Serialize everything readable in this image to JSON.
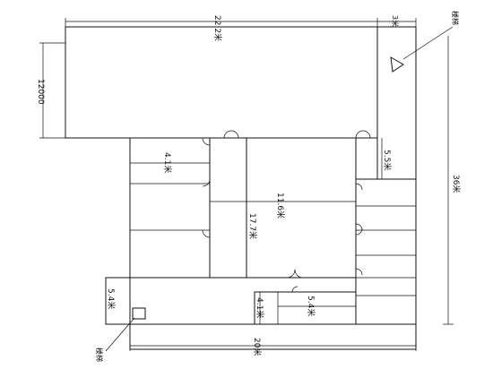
{
  "dimensions": {
    "top_width": "22.2米",
    "top_right": "3米",
    "left_height": "12000",
    "right_total": "36米",
    "room_upper": "4.1米",
    "room_right": "5.5米",
    "hall_width": "11.6米",
    "hall_height": "17.7米",
    "left_small": "5.4米",
    "bottom_mid_a": "4.1米",
    "bottom_mid_b": "5.4米",
    "bottom_width": "20米"
  },
  "labels": {
    "stair_top": "楼梯",
    "stair_bottom": "楼梯"
  }
}
